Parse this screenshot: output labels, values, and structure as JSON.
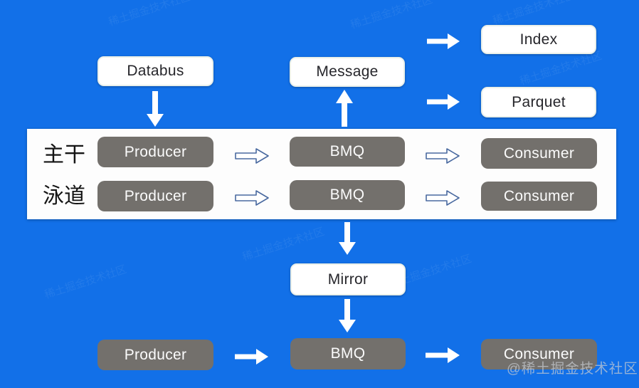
{
  "diagram": {
    "title_semantic": "BMQ message queue architecture diagram",
    "colors": {
      "background": "#1270e8",
      "gray_box": "#73706c",
      "white_box": "#ffffff",
      "outline_arrow_stroke": "#4a6aa0",
      "solid_arrow": "#ffffff",
      "dark_text": "#26262b",
      "light_text": "#fbfbfb"
    },
    "top": {
      "databus": "Databus",
      "message": "Message",
      "index": "Index",
      "parquet": "Parquet"
    },
    "band": {
      "rows": [
        {
          "label": "主干",
          "producer": "Producer",
          "bmq": "BMQ",
          "consumer": "Consumer"
        },
        {
          "label": "泳道",
          "producer": "Producer",
          "bmq": "BMQ",
          "consumer": "Consumer"
        }
      ]
    },
    "mirror": "Mirror",
    "bottom": {
      "producer": "Producer",
      "bmq": "BMQ",
      "consumer": "Consumer"
    },
    "watermark": "@稀土掘金技术社区",
    "watermark_ghost": "稀土掘金技术社区"
  }
}
